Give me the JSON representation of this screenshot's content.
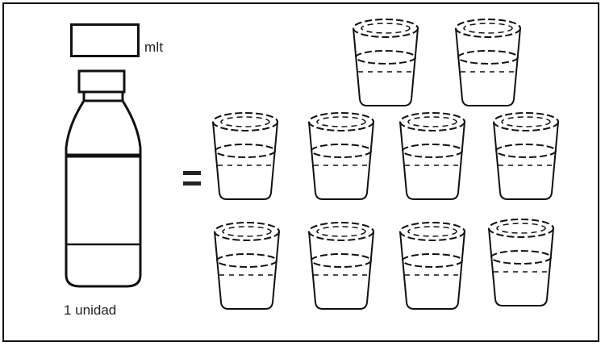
{
  "answer_box": {
    "value": ""
  },
  "unit_label": "mlt",
  "caption": "1 unidad",
  "glass_count": 10
}
